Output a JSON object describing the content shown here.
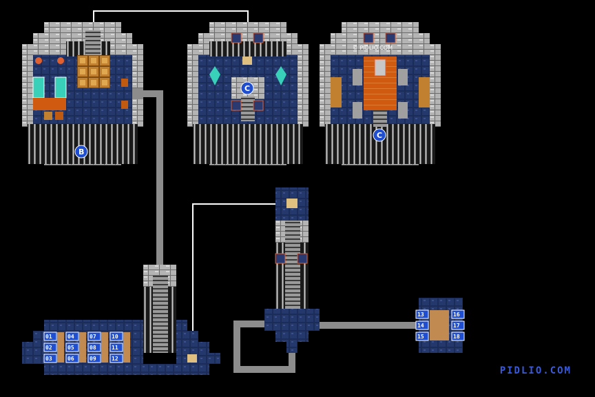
{
  "map": {
    "watermark": "PIDLIO.COM",
    "copyright": "© PIDLIO.COM",
    "markers": {
      "b": "B",
      "c": "C"
    },
    "cells_left": [
      "01",
      "02",
      "03",
      "04",
      "05",
      "06",
      "07",
      "08",
      "09",
      "10",
      "11",
      "12"
    ],
    "cells_right": [
      "13",
      "14",
      "15",
      "16",
      "17",
      "18"
    ],
    "colors": {
      "stone": "#bdbdbd",
      "stone_dark": "#6b6b6b",
      "floor": "#1c2c58",
      "floor_hi": "#34487e",
      "path": "#8c8c8c",
      "line": "#ffffff",
      "marker": "#1f4fd0",
      "carpet": "#d05a10",
      "crystal": "#38d0b8"
    }
  }
}
